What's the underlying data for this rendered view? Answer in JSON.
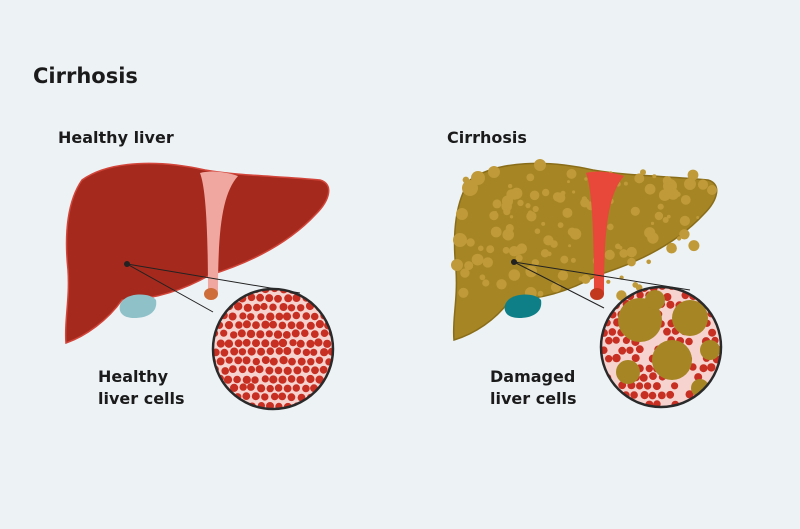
{
  "title": "Cirrhosis",
  "panels": {
    "healthy": {
      "heading": "Healthy liver",
      "callout_line1": "Healthy",
      "callout_line2": "liver cells"
    },
    "cirrhosis": {
      "heading": "Cirrhosis",
      "callout_line1": "Damaged",
      "callout_line2": "liver cells"
    }
  },
  "colors": {
    "background": "#edf2f5",
    "healthy_liver": "#a52a1d",
    "healthy_ligament": "#f0a7a0",
    "healthy_gallbladder": "#8fc1c9",
    "cirrhotic_liver": "#a58524",
    "cirrhotic_nodule": "#c09a39",
    "cirrhotic_ligament": "#e8483a",
    "cirrhotic_gallbladder": "#0f7f87",
    "cell": "#c62f22",
    "cell_background": "#f7d3cf"
  }
}
